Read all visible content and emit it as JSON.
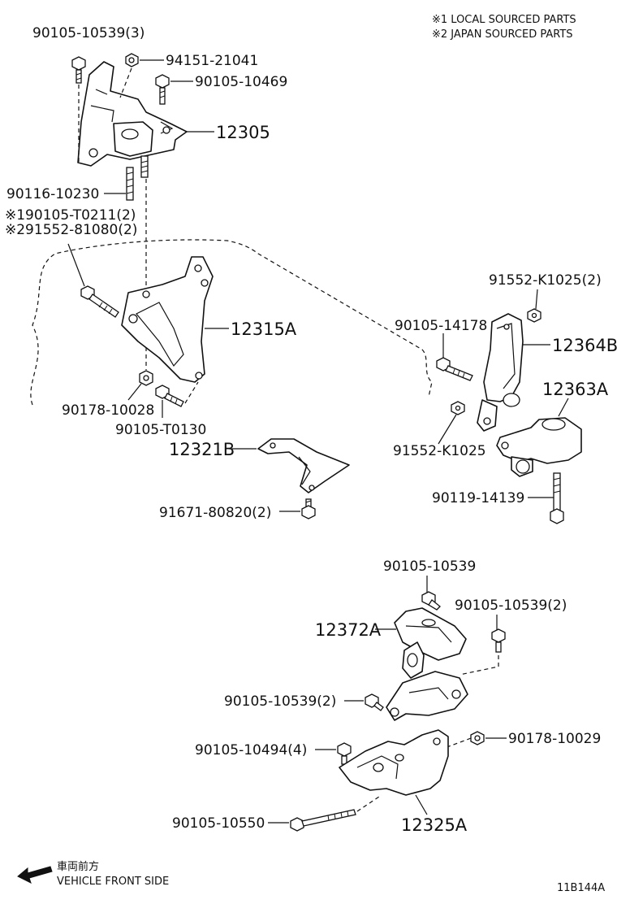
{
  "notes": {
    "local": "※1 LOCAL SOURCED PARTS",
    "japan": "※2 JAPAN SOURCED PARTS"
  },
  "callouts": {
    "c1": "90105-10539(3)",
    "c2": "94151-21041",
    "c3": "90105-10469",
    "c4": "12305",
    "c5": "90116-10230",
    "c6": "※190105-T0211(2)",
    "c7": "※291552-81080(2)",
    "c8": "12315A",
    "c9": "90178-10028",
    "c10": "90105-T0130",
    "c11": "12321B",
    "c12": "91671-80820(2)",
    "c13": "91552-K1025(2)",
    "c14": "90105-14178",
    "c15": "12364B",
    "c16": "12363A",
    "c17": "91552-K1025",
    "c18": "90119-14139",
    "c19": "90105-10539",
    "c20": "90105-10539(2)",
    "c21": "12372A",
    "c22": "90105-10539(2)",
    "c23": "90105-10494(4)",
    "c24": "90178-10029",
    "c25": "90105-10550",
    "c26": "12325A"
  },
  "footer": {
    "direction_jp": "車両前方",
    "direction_en": "VEHICLE FRONT SIDE",
    "drawing_code": "11B144A"
  }
}
